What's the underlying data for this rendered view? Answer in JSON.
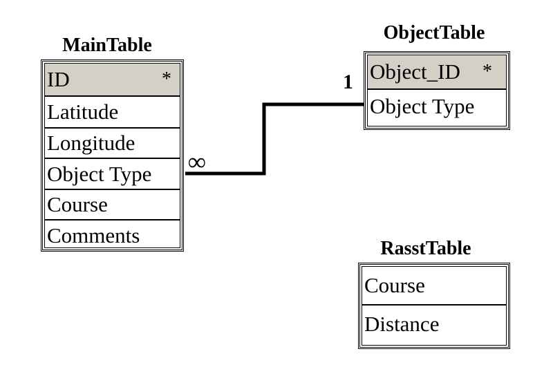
{
  "tables": {
    "main": {
      "title": "MainTable",
      "fields": [
        {
          "name": "ID",
          "key_mark": "*"
        },
        {
          "name": "Latitude"
        },
        {
          "name": "Longitude"
        },
        {
          "name": "Object Type"
        },
        {
          "name": "Course"
        },
        {
          "name": "Comments"
        }
      ]
    },
    "object": {
      "title": "ObjectTable",
      "fields": [
        {
          "name": "Object_ID",
          "key_mark": "*"
        },
        {
          "name": "Object Type"
        }
      ]
    },
    "rasst": {
      "title": "RasstTable",
      "fields": [
        {
          "name": "Course"
        },
        {
          "name": "Distance"
        }
      ]
    }
  },
  "relationship": {
    "many_label": "∞",
    "one_label": "1"
  },
  "colors": {
    "key_field_bg": "#d4d0c8",
    "line": "#000000"
  }
}
